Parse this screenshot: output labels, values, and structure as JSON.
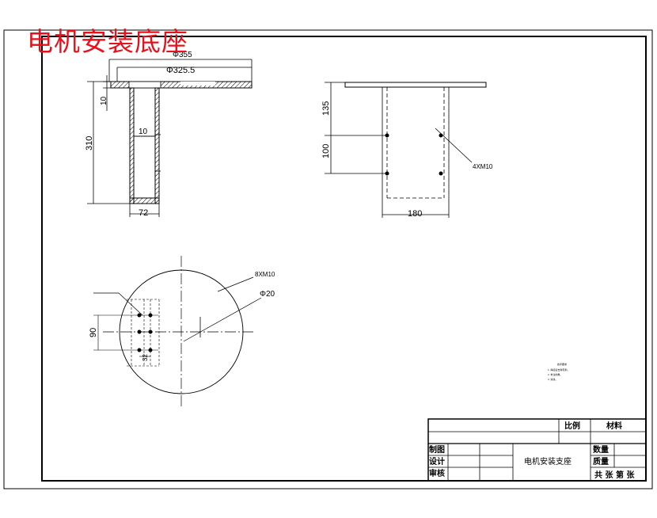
{
  "drawing_title": "电机安装底座",
  "dimensions": {
    "top_overall": "Φ355",
    "top_inner": "Φ325.5",
    "plate_thickness": "10",
    "height": "310",
    "wall": "10",
    "tube_width": "72",
    "side_upper": "135",
    "side_spacing": "100",
    "side_width": "180",
    "side_holes": "4XM10",
    "plan_holes": "8XM10",
    "plan_center_hole": "Φ20",
    "plan_row_spacing": "90",
    "plan_hole_spacing": "32"
  },
  "notes": {
    "heading": "技术要求",
    "lines": [
      "1. 焊接后去除毛刺。",
      "2. 未注倒角。",
      "3. 涂漆。"
    ]
  },
  "title_block": {
    "scale_label": "比例",
    "material_label": "材料",
    "drawn_label": "制图",
    "design_label": "设计",
    "review_label": "审核",
    "part_name": "电机安装支座",
    "qty_label": "数量",
    "mass_label": "质量",
    "sheets_label": "共  张  第  张"
  }
}
